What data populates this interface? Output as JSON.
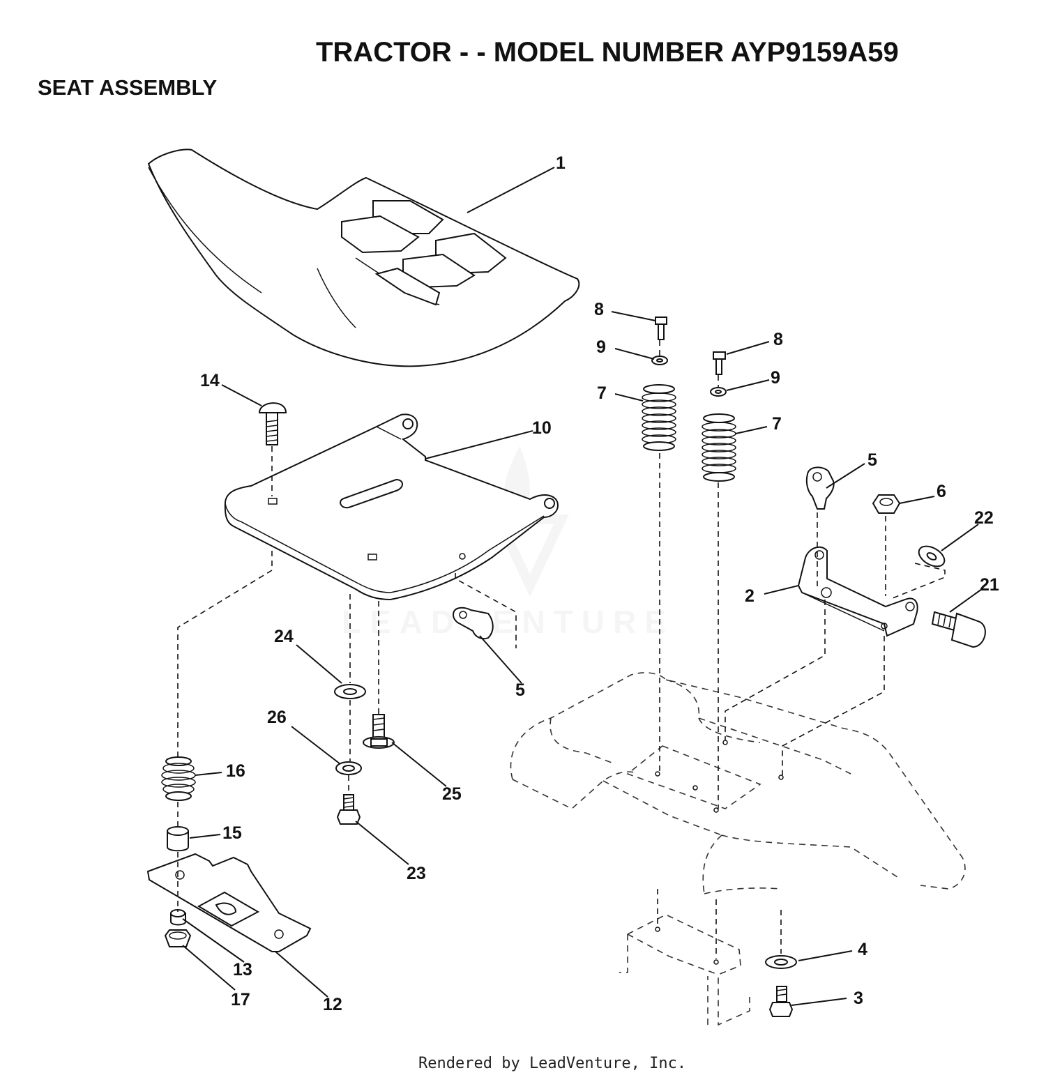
{
  "header": {
    "title": "TRACTOR - - MODEL NUMBER AYP9159A59",
    "subtitle": "SEAT ASSEMBLY"
  },
  "watermark": "LEADVENTURE",
  "footer": "Rendered by LeadVenture, Inc.",
  "callouts": [
    {
      "id": "c1",
      "label": "1"
    },
    {
      "id": "c2",
      "label": "2"
    },
    {
      "id": "c3",
      "label": "3"
    },
    {
      "id": "c4",
      "label": "4"
    },
    {
      "id": "c5a",
      "label": "5"
    },
    {
      "id": "c5b",
      "label": "5"
    },
    {
      "id": "c6",
      "label": "6"
    },
    {
      "id": "c7a",
      "label": "7"
    },
    {
      "id": "c7b",
      "label": "7"
    },
    {
      "id": "c8a",
      "label": "8"
    },
    {
      "id": "c8b",
      "label": "8"
    },
    {
      "id": "c9a",
      "label": "9"
    },
    {
      "id": "c9b",
      "label": "9"
    },
    {
      "id": "c10",
      "label": "10"
    },
    {
      "id": "c12",
      "label": "12"
    },
    {
      "id": "c13",
      "label": "13"
    },
    {
      "id": "c14",
      "label": "14"
    },
    {
      "id": "c15",
      "label": "15"
    },
    {
      "id": "c16",
      "label": "16"
    },
    {
      "id": "c17",
      "label": "17"
    },
    {
      "id": "c21",
      "label": "21"
    },
    {
      "id": "c22",
      "label": "22"
    },
    {
      "id": "c23",
      "label": "23"
    },
    {
      "id": "c24",
      "label": "24"
    },
    {
      "id": "c25",
      "label": "25"
    },
    {
      "id": "c26",
      "label": "26"
    }
  ]
}
